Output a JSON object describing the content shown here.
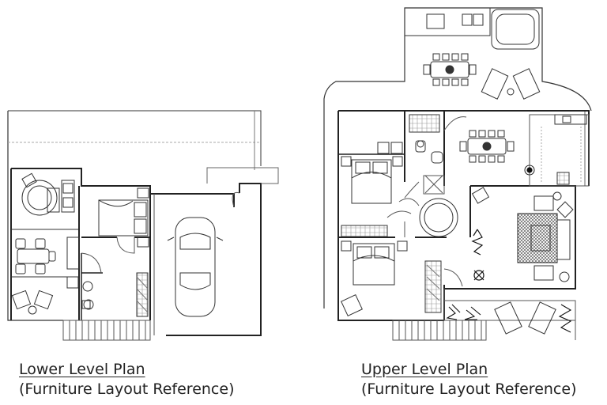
{
  "lower": {
    "title": "Lower Level Plan",
    "subtitle": "(Furniture Layout Reference)"
  },
  "upper": {
    "title": "Upper Level Plan",
    "subtitle": "(Furniture Layout Reference)"
  },
  "colors": {
    "line": "#333333",
    "wall": "#222222",
    "hatch": "#888888",
    "plant": "#111111"
  }
}
